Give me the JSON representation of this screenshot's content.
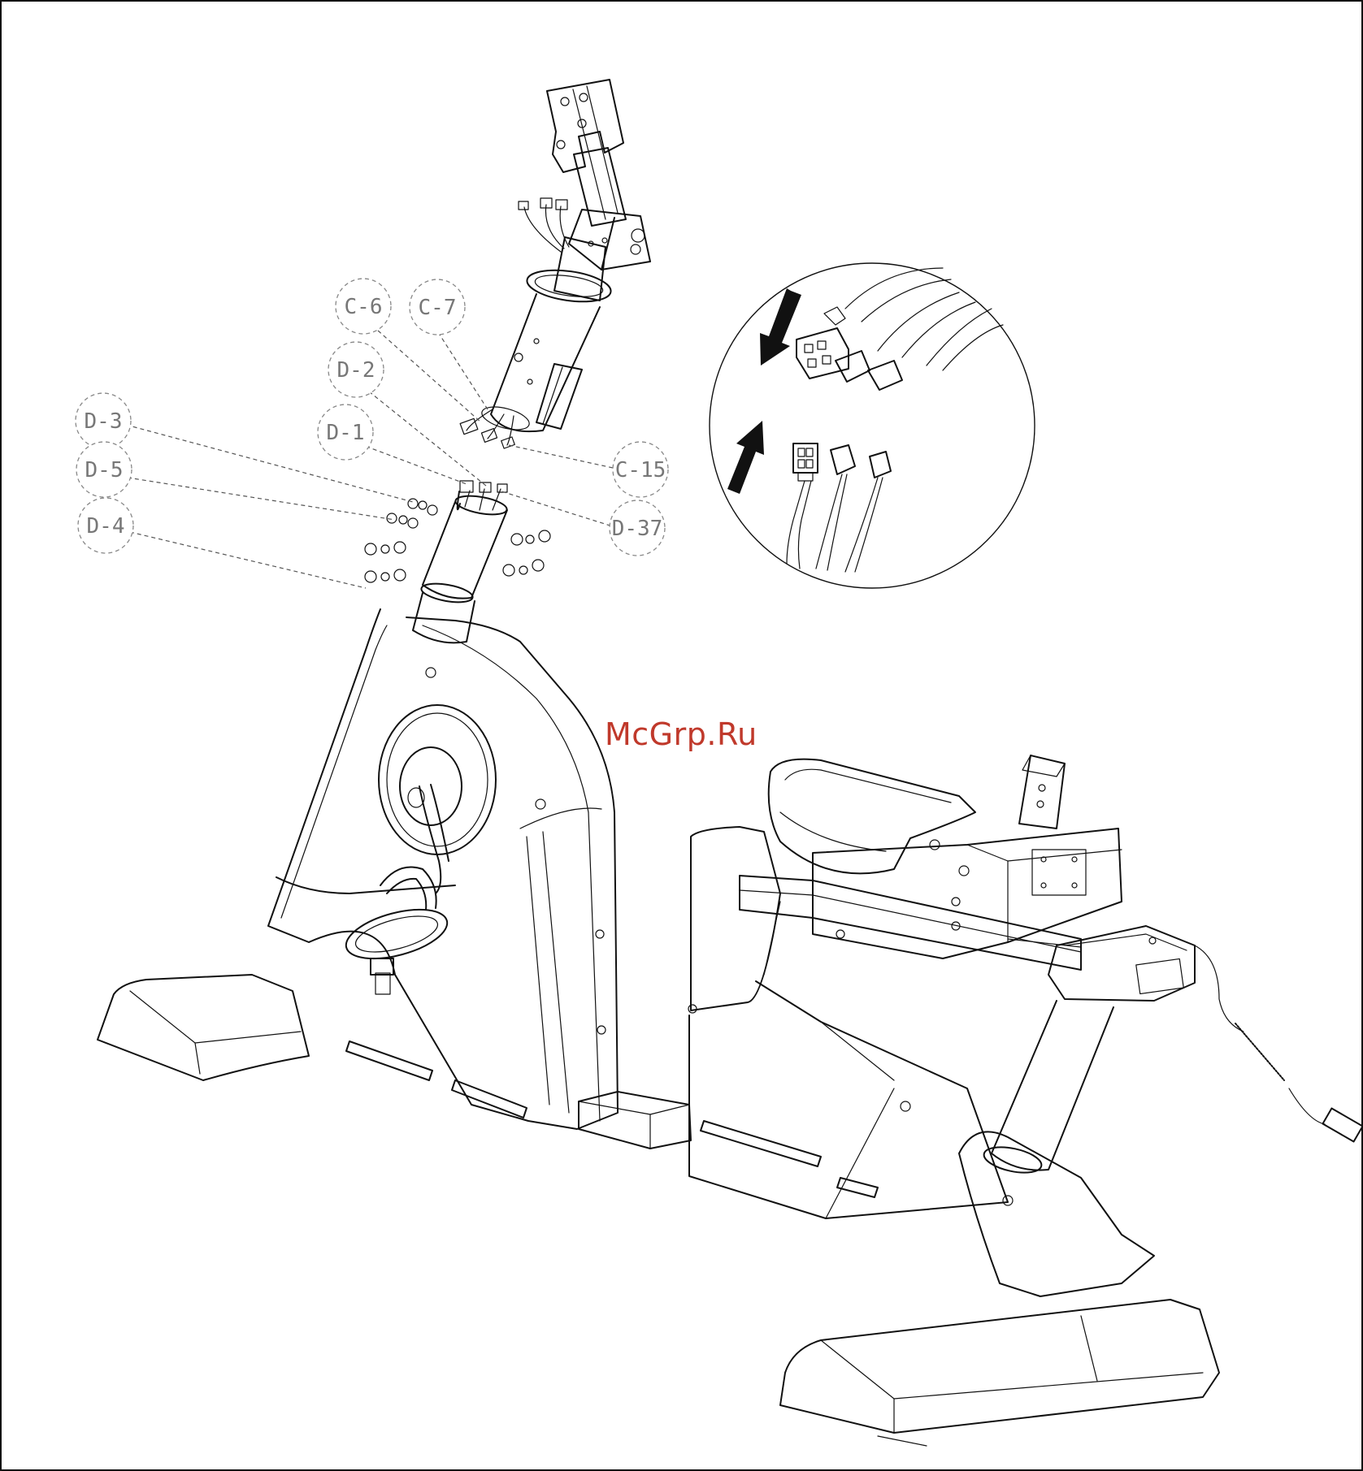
{
  "watermark": {
    "text": "McGrp.Ru",
    "color": "#c0392b"
  },
  "callouts": {
    "c6": "C-6",
    "c7": "C-7",
    "c15": "C-15",
    "d1": "D-1",
    "d2": "D-2",
    "d3": "D-3",
    "d4": "D-4",
    "d5": "D-5",
    "d37": "D-37"
  },
  "icons": {
    "arrow_down": "connector-insert-arrow-icon",
    "arrow_up": "connector-insert-arrow-icon"
  }
}
